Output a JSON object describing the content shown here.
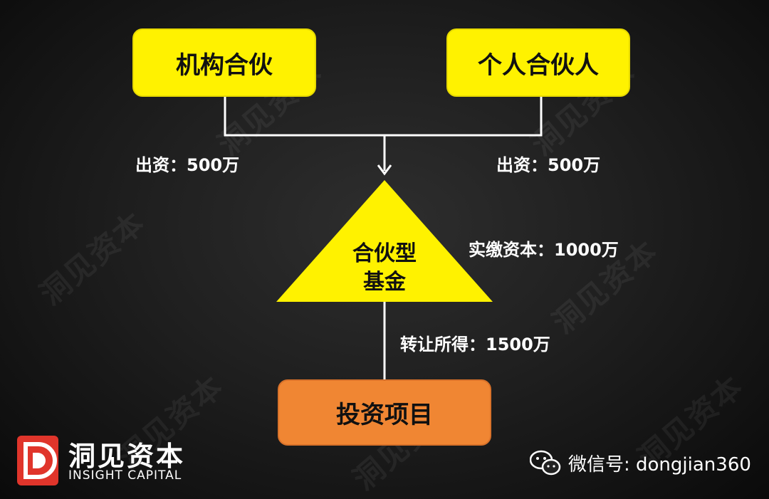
{
  "nodes": {
    "institutional_partner": "机构合伙",
    "individual_partner": "个人合伙人",
    "fund_line1": "合伙型",
    "fund_line2": "基金",
    "investment_project": "投资项目"
  },
  "labels": {
    "left_contribution": "出资：500万",
    "right_contribution": "出资：500万",
    "paid_in_capital": "实缴资本：1000万",
    "transfer_proceeds": "转让所得：1500万"
  },
  "brand": {
    "name": "洞见资本",
    "subtitle": "INSIGHT CAPITAL",
    "wechat_id": "微信号: dongjian360",
    "watermark_text": "洞见资本"
  },
  "colors": {
    "yellow": "#fff200",
    "orange": "#f08633",
    "logo_red": "#e0352b",
    "connector": "#ffffff"
  }
}
